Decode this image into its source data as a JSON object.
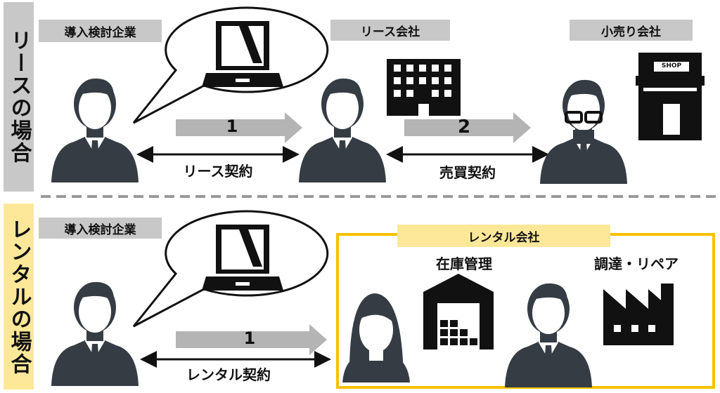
{
  "lease_section": {
    "side_label": "リースの場合",
    "client_label": "導入検討企業",
    "lease_company_label": "リース会社",
    "retailer_label": "小売り会社",
    "step1": "1",
    "step2": "2",
    "lease_contract": "リース契約",
    "sales_contract": "売買契約",
    "shop_sign": "SHOP"
  },
  "rental_section": {
    "side_label": "レンタルの場合",
    "client_label": "導入検討企業",
    "rental_company_label": "レンタル会社",
    "step1": "1",
    "rental_contract": "レンタル契約",
    "inventory_label": "在庫管理",
    "procurement_label": "調達・リペア"
  },
  "colors": {
    "gray_tag": "#c8c8c8",
    "yellow_tag": "#fde89a",
    "yellow_border": "#f8c000",
    "icon": "#353c44",
    "arrow": "#b4b4b4"
  }
}
